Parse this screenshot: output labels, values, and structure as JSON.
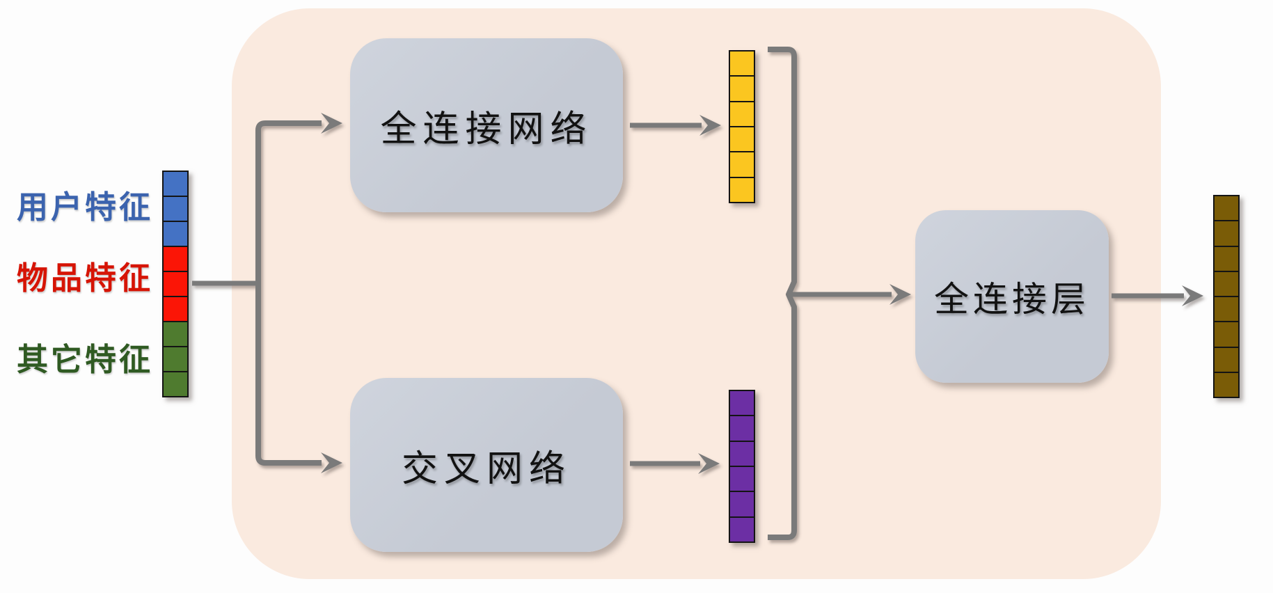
{
  "palette": {
    "page-bg": "#fdfdfd",
    "panel-bg": "#faeadf",
    "box-fill": "#c5cad4",
    "box-fill-light": "#cfd4dd",
    "box-text": "#121212",
    "line-gray": "#7a7a7a",
    "cell-border": "#141414"
  },
  "input": {
    "labels": [
      {
        "text": "用户特征",
        "color": "#3b63ae"
      },
      {
        "text": "物品特征",
        "color": "#d61405"
      },
      {
        "text": "其它特征",
        "color": "#2f5a22"
      }
    ],
    "vector": {
      "segments": [
        {
          "name": "user-features",
          "color": "#4472c4",
          "cells": 3
        },
        {
          "name": "item-features",
          "color": "#fb1506",
          "cells": 3
        },
        {
          "name": "other-features",
          "color": "#4f7b2f",
          "cells": 3
        }
      ]
    }
  },
  "boxes": {
    "deep": {
      "label": "全连接网络"
    },
    "cross": {
      "label": "交叉网络"
    },
    "final": {
      "label": "全连接层"
    }
  },
  "vectors": {
    "deep_output": {
      "segments": [
        {
          "name": "deep-output",
          "color": "#fbc620",
          "cells": 6
        }
      ]
    },
    "cross_output": {
      "segments": [
        {
          "name": "cross-output",
          "color": "#6c2fa4",
          "cells": 6
        }
      ]
    },
    "final_output": {
      "segments": [
        {
          "name": "final-output",
          "color": "#7a5c07",
          "cells": 8
        }
      ]
    }
  }
}
